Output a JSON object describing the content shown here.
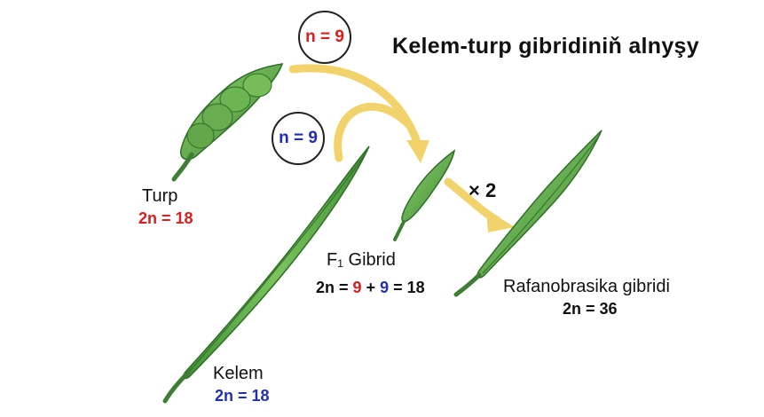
{
  "title": "Kelem-turp  gibridiniň  alnyşy",
  "turp": {
    "name": "Turp",
    "ploidy": "2n = 18",
    "gamete": "n = 9"
  },
  "kelem": {
    "name": "Kelem",
    "ploidy": "2n = 18",
    "gamete": "n = 9"
  },
  "f1": {
    "name": "F₁ Gibrid",
    "formula_prefix": "2n = ",
    "value_a": "9",
    "plus": " + ",
    "value_b": "9",
    "formula_suffix": " = 18"
  },
  "doubling": "× 2",
  "result": {
    "name": "Rafanobrasika gibridi",
    "ploidy": "2n = 36"
  },
  "colors": {
    "red": "#d42020",
    "blue": "#2230b0",
    "arrow": "#f2d36b",
    "pod": "#5ea84a"
  }
}
